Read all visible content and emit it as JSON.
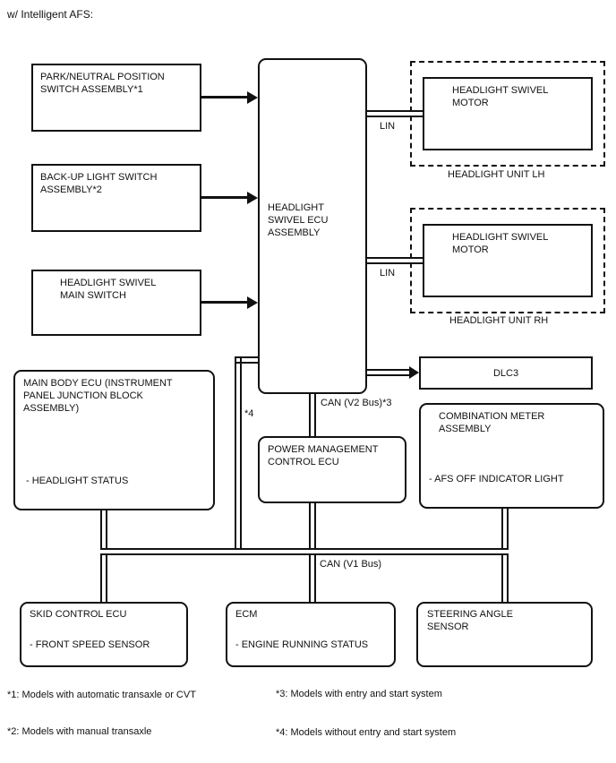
{
  "title": "w/ Intelligent AFS:",
  "nodes": {
    "park_neutral_switch": {
      "label": "PARK/NEUTRAL POSITION SWITCH ASSEMBLY*1"
    },
    "backup_light_switch": {
      "label": "BACK-UP LIGHT SWITCH ASSEMBLY*2"
    },
    "headlight_swivel_main_switch": {
      "label": "HEADLIGHT SWIVEL MAIN SWITCH"
    },
    "main_body_ecu": {
      "label": "MAIN BODY ECU (INSTRUMENT PANEL JUNCTION BLOCK ASSEMBLY)",
      "status": "- HEADLIGHT STATUS"
    },
    "headlight_swivel_ecu": {
      "label": "HEADLIGHT SWIVEL ECU ASSEMBLY"
    },
    "headlight_swivel_motor_lh": {
      "label": "HEADLIGHT SWIVEL MOTOR"
    },
    "headlight_unit_lh": {
      "label": "HEADLIGHT UNIT LH"
    },
    "headlight_swivel_motor_rh": {
      "label": "HEADLIGHT SWIVEL MOTOR"
    },
    "headlight_unit_rh": {
      "label": "HEADLIGHT UNIT RH"
    },
    "dlc3": {
      "label": "DLC3"
    },
    "combination_meter": {
      "label": "COMBINATION METER ASSEMBLY",
      "status": "- AFS OFF INDICATOR LIGHT"
    },
    "power_management_ecu": {
      "label": "POWER MANAGEMENT CONTROL ECU"
    },
    "skid_control_ecu": {
      "label": "SKID CONTROL ECU",
      "status": "- FRONT SPEED SENSOR"
    },
    "ecm": {
      "label": "ECM",
      "status": "- ENGINE RUNNING STATUS"
    },
    "steering_angle_sensor": {
      "label": "STEERING ANGLE SENSOR"
    }
  },
  "bus_labels": {
    "lin_lh": "LIN",
    "lin_rh": "LIN",
    "note4": "*4",
    "can_v2": "CAN (V2 Bus)*3",
    "can_v1": "CAN (V1 Bus)"
  },
  "footnotes": [
    "*1: Models with automatic transaxle or CVT",
    "*2: Models with manual transaxle",
    "*3: Models with entry and start system",
    "*4: Models without entry and start system"
  ],
  "colors": {
    "line": "#111111",
    "background": "#ffffff"
  }
}
